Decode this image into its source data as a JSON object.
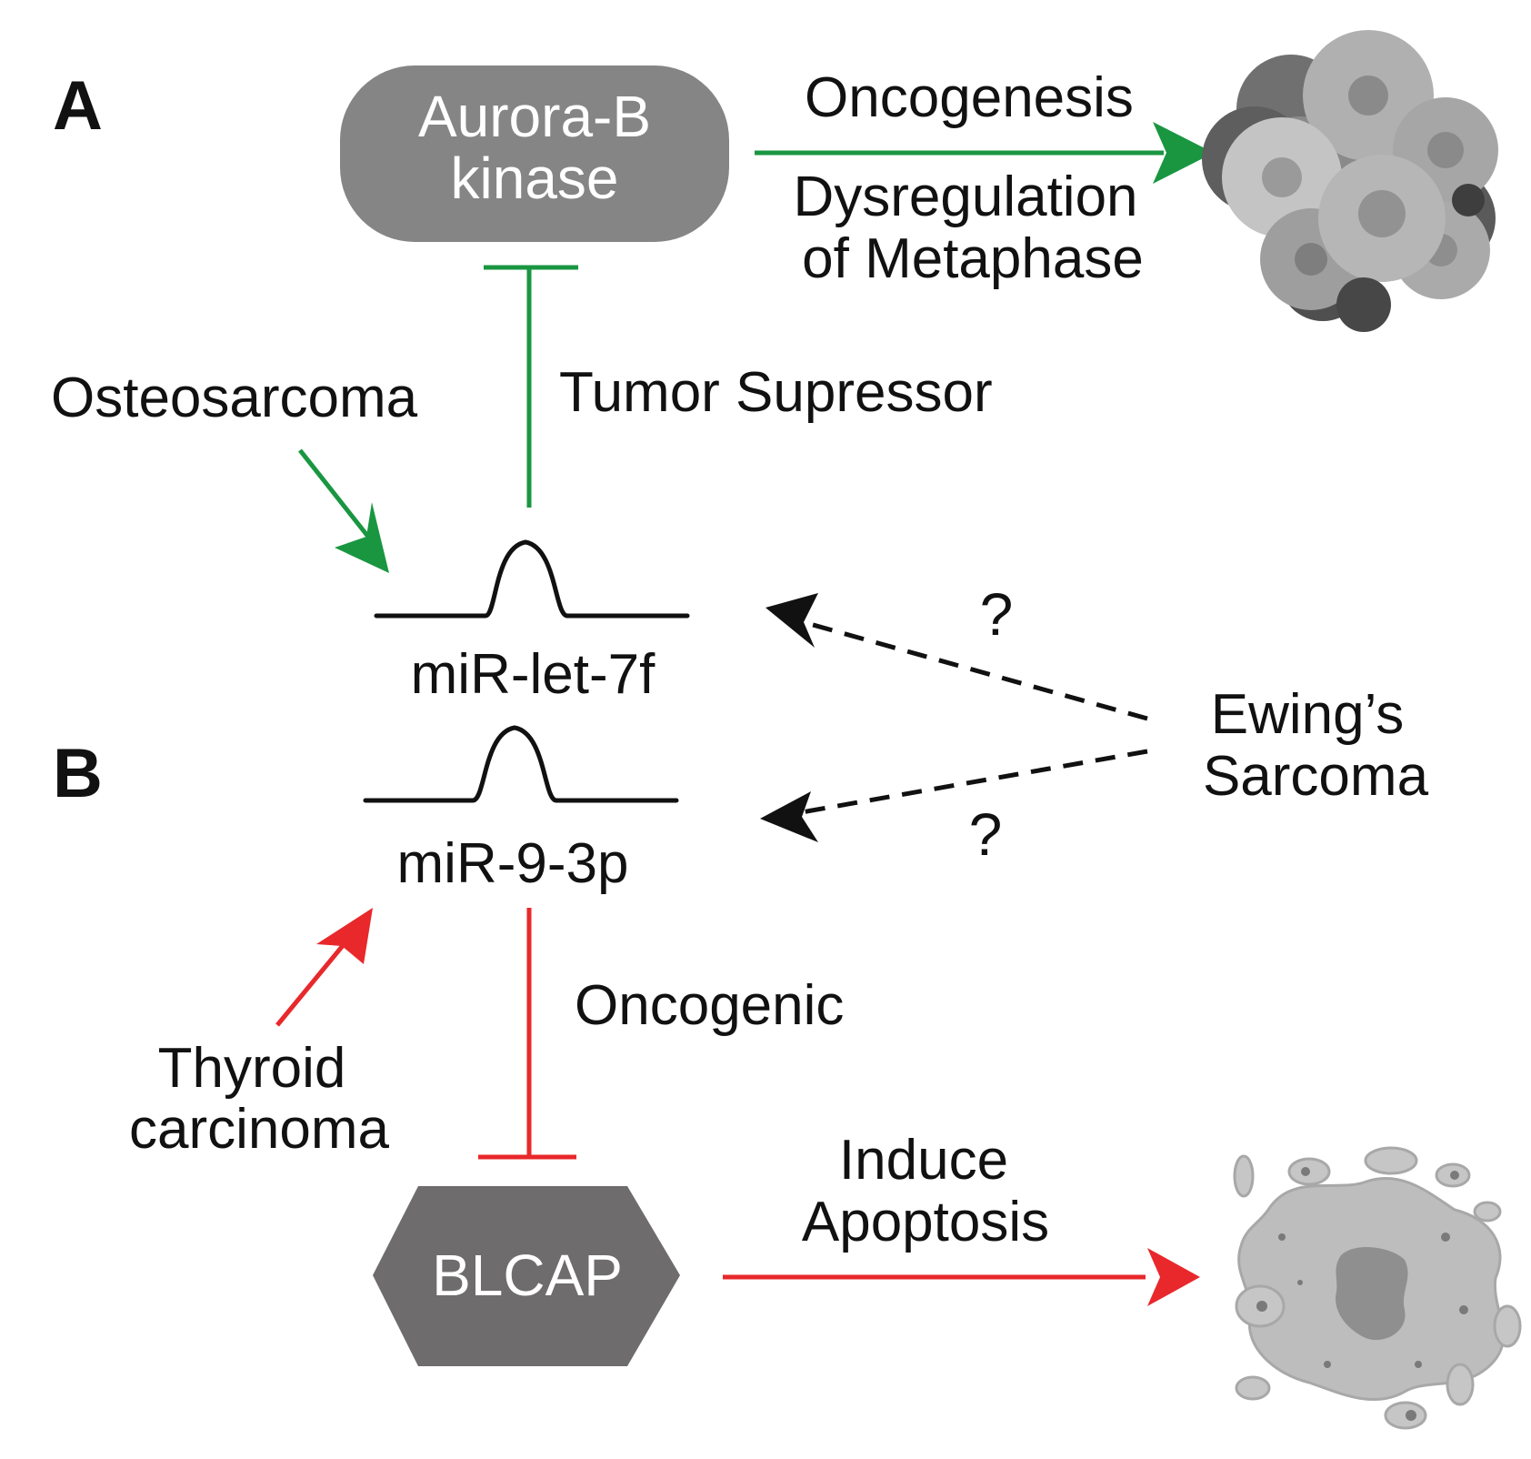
{
  "panels": {
    "a": "A",
    "b": "B"
  },
  "nodes": {
    "aurora_line1": "Aurora-B",
    "aurora_line2": "kinase",
    "blcap": "BLCAP",
    "mir_let7f": "miR-let-7f",
    "mir_9_3p": "miR-9-3p"
  },
  "labels": {
    "oncogenesis": "Oncogenesis",
    "dysregulation_line1": "Dysregulation",
    "dysregulation_line2": "of Metaphase",
    "tumor_suppressor": "Tumor Supressor",
    "osteosarcoma": "Osteosarcoma",
    "ewing_line1": "Ewing’s",
    "ewing_line2": "Sarcoma",
    "question_top": "?",
    "question_bottom": "?",
    "oncogenic": "Oncogenic",
    "thyroid_line1": "Thyroid",
    "thyroid_line2": "carcinoma",
    "induce_line1": "Induce",
    "induce_line2": "Apoptosis"
  },
  "colors": {
    "green": "#1a9641",
    "red": "#e8282b",
    "node_gray": "#858585",
    "hex_gray": "#6e6c6c",
    "black": "#111111"
  }
}
